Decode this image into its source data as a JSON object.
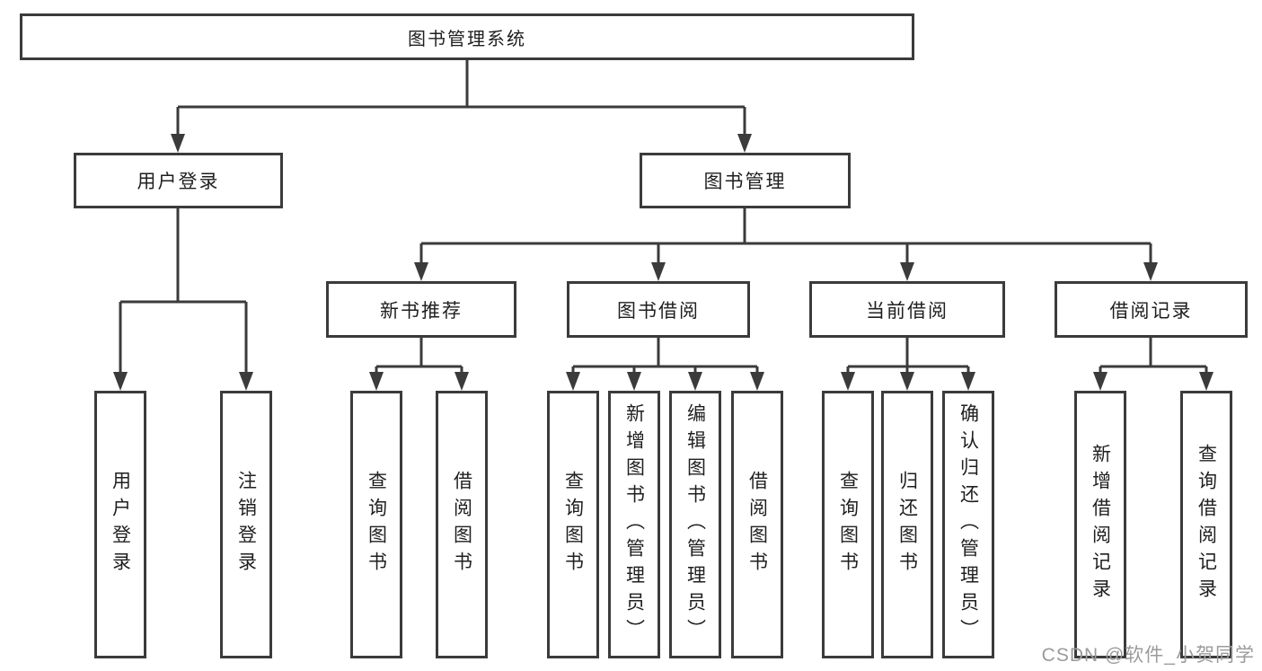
{
  "diagram": {
    "root": {
      "label": "图书管理系统"
    },
    "branches": [
      {
        "label": "用户登录",
        "children": [
          {
            "label": "用户登录"
          },
          {
            "label": "注销登录"
          }
        ]
      },
      {
        "label": "图书管理",
        "children": [
          {
            "label": "新书推荐",
            "children": [
              {
                "label": "查询图书"
              },
              {
                "label": "借阅图书"
              }
            ]
          },
          {
            "label": "图书借阅",
            "children": [
              {
                "label": "查询图书"
              },
              {
                "label": "新增图书（管理员）"
              },
              {
                "label": "编辑图书（管理员）"
              },
              {
                "label": "借阅图书"
              }
            ]
          },
          {
            "label": "当前借阅",
            "children": [
              {
                "label": "查询图书"
              },
              {
                "label": "归还图书"
              },
              {
                "label": "确认归还（管理员）"
              }
            ]
          },
          {
            "label": "借阅记录",
            "children": [
              {
                "label": "新增借阅记录"
              },
              {
                "label": "查询借阅记录"
              }
            ]
          }
        ]
      }
    ]
  },
  "watermark": "CSDN @软件_小贺同学",
  "colors": {
    "line": "#3b3b3b",
    "text": "#1f1f1f",
    "watermark": "#9b9b9b",
    "background": "#ffffff"
  }
}
